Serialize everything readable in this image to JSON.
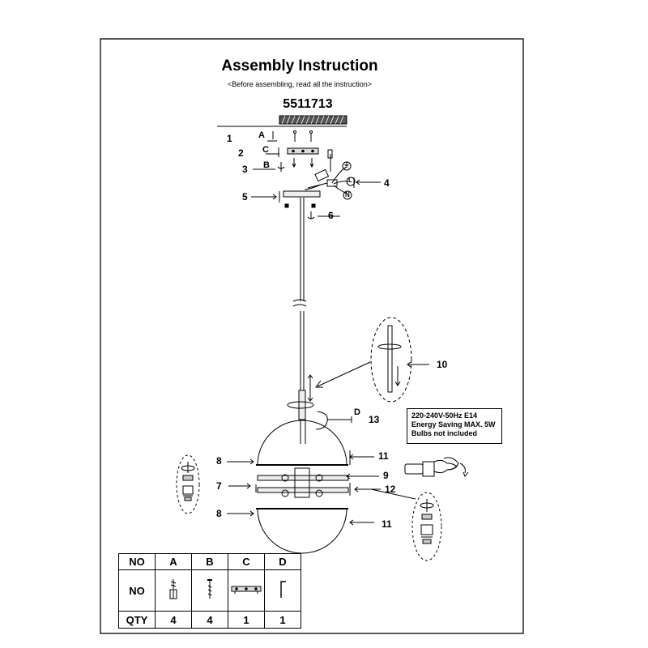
{
  "document": {
    "title": "Assembly Instruction",
    "subtitle": "<Before assembling, read all the instruction>",
    "model_number": "5511713"
  },
  "callouts": {
    "n1": "1",
    "n2": "2",
    "n3": "3",
    "n4": "4",
    "n5": "5",
    "n6": "6",
    "n7": "7",
    "n8a": "8",
    "n8b": "8",
    "n9": "9",
    "n10": "10",
    "n11a": "11",
    "n11b": "11",
    "n12": "12",
    "n13": "13",
    "letter_a": "A",
    "letter_c": "C",
    "letter_b": "B",
    "letter_d": "D"
  },
  "wire_labels": {
    "earth": "⏚",
    "live": "L",
    "neutral": "N"
  },
  "spec": {
    "line1": "220-240V-50Hz  E14",
    "line2": "Energy Saving  MAX. 5W",
    "line3": "Bulbs not included"
  },
  "parts_table": {
    "header": [
      "NO",
      "A",
      "B",
      "C",
      "D"
    ],
    "row_label": "NO",
    "qty_label": "QTY",
    "quantities": [
      "4",
      "4",
      "1",
      "1"
    ],
    "icons": [
      "screw-anchor-icon",
      "screw-icon",
      "mounting-bar-icon",
      "hex-key-icon"
    ]
  }
}
